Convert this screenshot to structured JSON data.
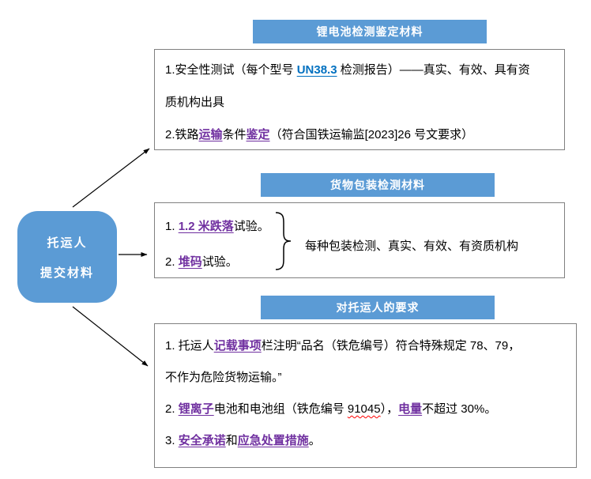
{
  "colors": {
    "node_blue": "#5B9BD5",
    "header_blue": "#5B9BD5",
    "term_purple": "#7030A0",
    "term_blue": "#0070C0",
    "squiggle_red": "#FF0000",
    "box_border": "#808080"
  },
  "root": {
    "line1": "托运人",
    "line2": "提交材料"
  },
  "sections": [
    {
      "title": "锂电池检测鉴定材料",
      "line1": [
        "1.安全性测试（每个型号 ",
        "UN38.3",
        " 检测报告）——真实、有效、具有资"
      ],
      "line2": "质机构出具",
      "line3": [
        "2.铁路",
        "运输",
        "条件",
        "鉴定",
        "（符合国铁运输监[2023]26 号文要求）"
      ]
    },
    {
      "title": "货物包装检测材料",
      "item1": [
        "1. ",
        "1.2 米跌落",
        "试验。"
      ],
      "item2": [
        "2. ",
        "堆码",
        "试验。"
      ],
      "brace_note": "每种包装检测、真实、有效、有资质机构"
    },
    {
      "title": "对托运人的要求",
      "line1": [
        "1. 托运人",
        "记载事项",
        "栏注明“品名（铁危编号）符合特殊规定 78、79，"
      ],
      "line2": "不作为危险货物运输。”",
      "line3": [
        "2. ",
        "锂离子",
        "电池和电池组（铁危编号 ",
        "91045",
        "），",
        "电量",
        "不超过 30%。"
      ],
      "line4": [
        "3. ",
        "安全承诺",
        "和",
        "应急处置措施",
        "。"
      ]
    }
  ]
}
